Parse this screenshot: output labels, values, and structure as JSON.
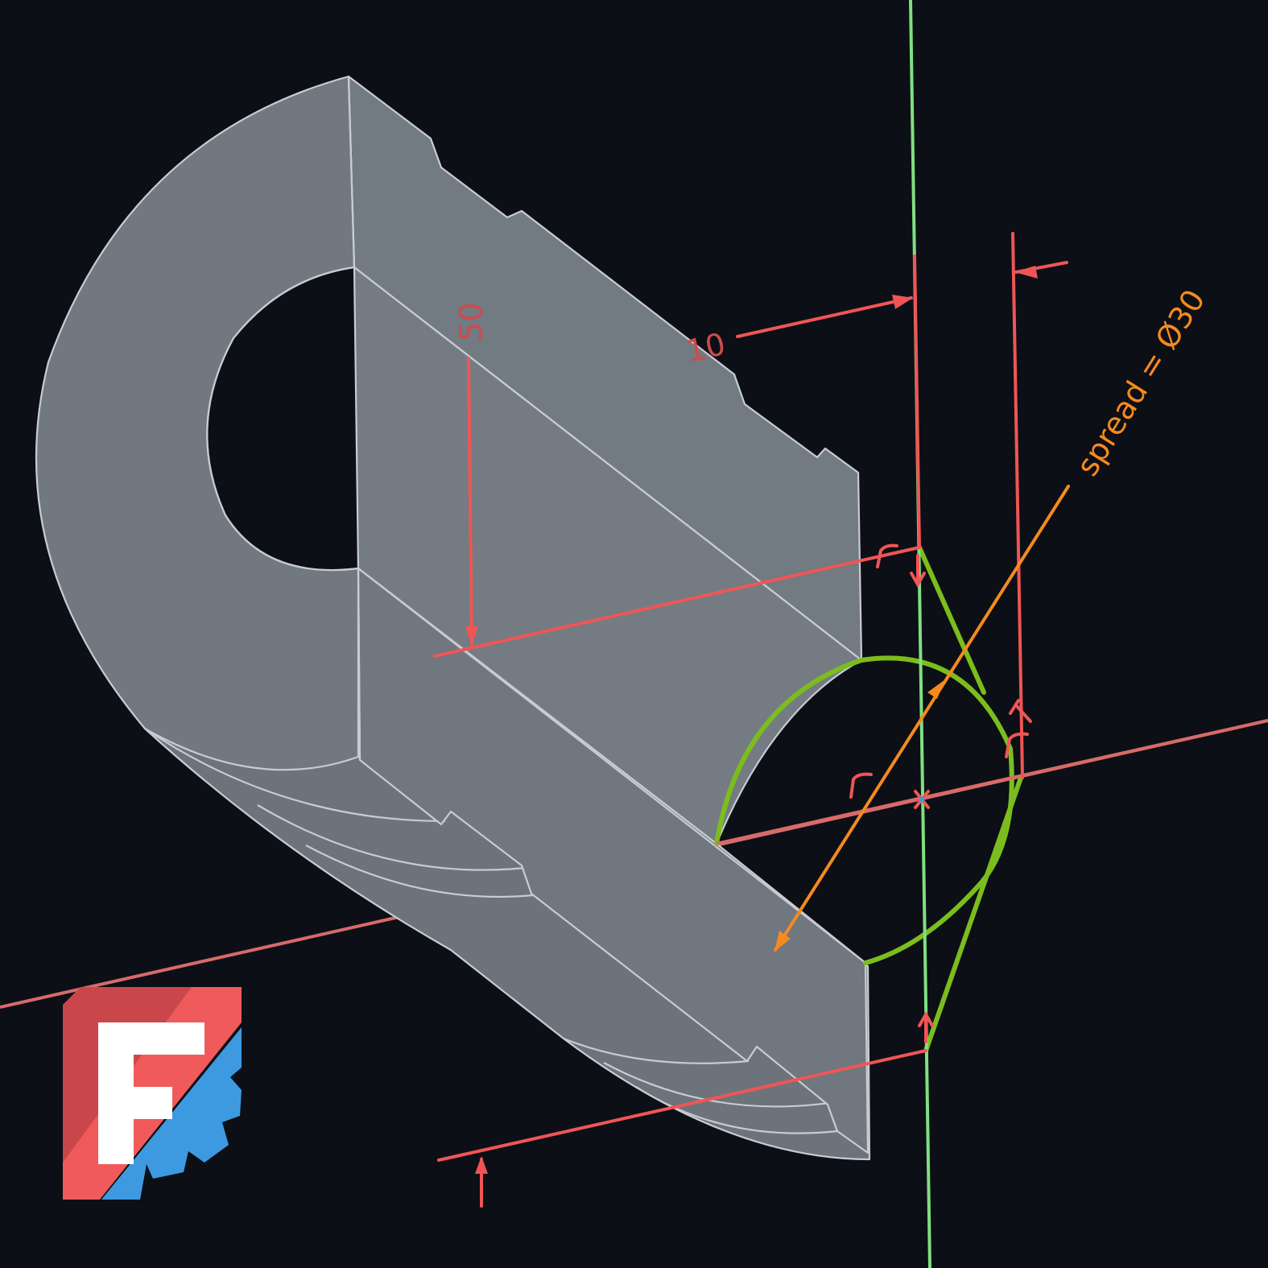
{
  "app": {
    "name": "FreeCAD",
    "view": "3D viewport - Sketcher"
  },
  "colors": {
    "background": "#0c0f16",
    "solid_face": "#717880",
    "solid_edge": "#c8ccd2",
    "constraint": "#f05555",
    "sketch_geometry": "#7cbd1e",
    "y_axis": "#7fe07f",
    "x_axis": "#d86a6a",
    "spread_dimension": "#f58a1e",
    "logo_red": "#f05a5a",
    "logo_red_dark": "#c9474b",
    "logo_blue": "#3d9ae0",
    "logo_white": "#ffffff"
  },
  "dimensions": {
    "height": "50",
    "offset": "10",
    "spread": "spread = Ø30"
  },
  "icons": {
    "logo": "freecad-logo-icon",
    "origin": "sketch-origin-icon"
  }
}
